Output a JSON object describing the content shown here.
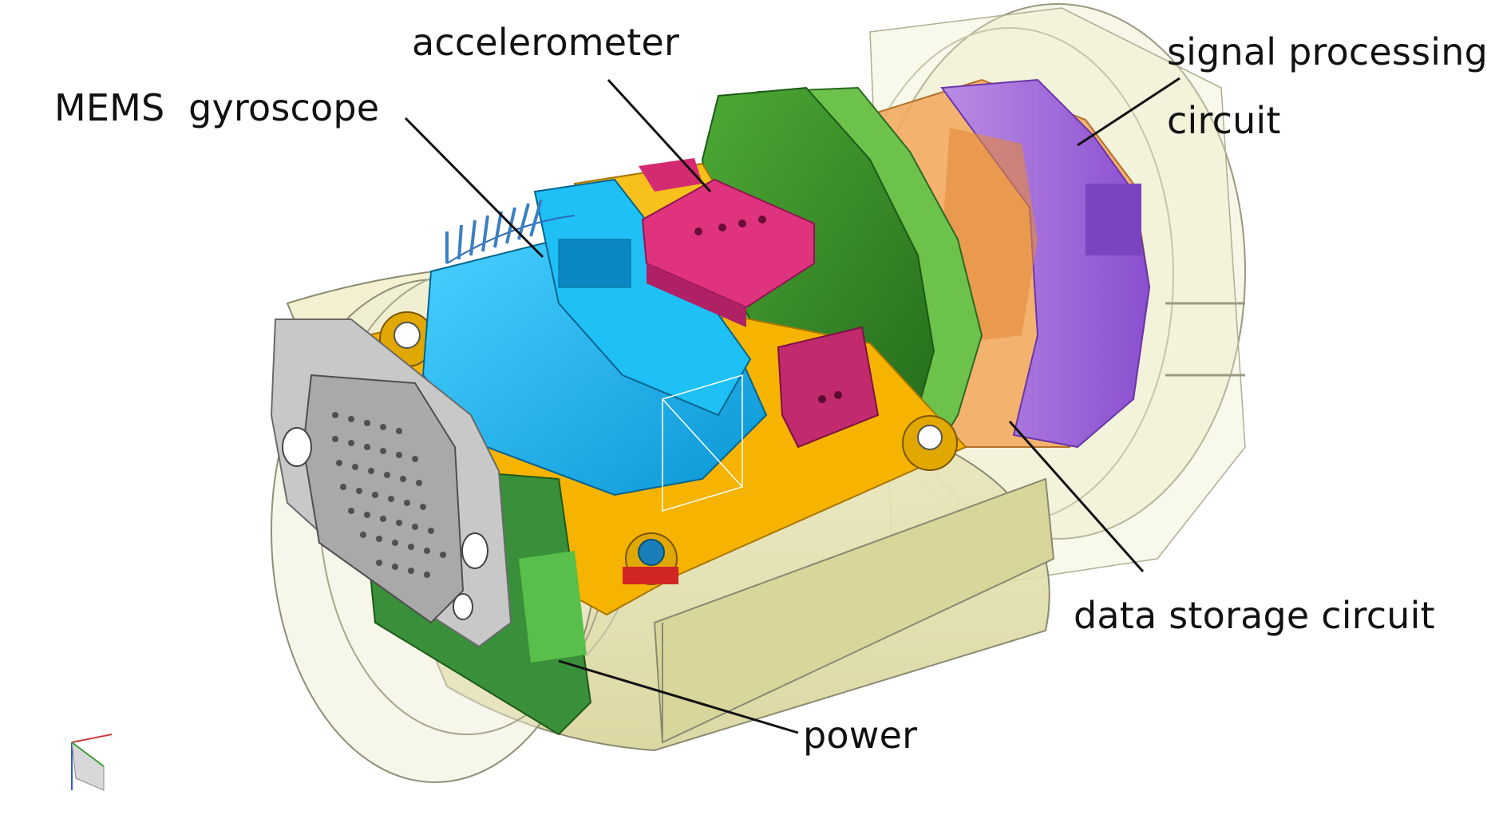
{
  "labels": {
    "accelerometer": "accelerometer",
    "mems_gyroscope": "MEMS  gyroscope",
    "signal_processing_line1": "signal processing",
    "signal_processing_line2": "circuit",
    "data_storage": "data storage circuit",
    "power": "power"
  },
  "colors": {
    "housing": "#e9e6b6",
    "housing_stroke": "#8a8a72",
    "end_cap": "#efeed6",
    "gyroscope": "#18b6ee",
    "accelerometer": "#e0337e",
    "accelerometer_dark": "#b02064",
    "mount_plate": "#f6b300",
    "data_storage": "#3d9a2e",
    "data_storage_light": "#6cc24a",
    "signal_processing": "#9b5fd6",
    "signal_processing_orange": "#f2a75a",
    "connector": "#c8c8c8",
    "power_board": "#3a8f3a",
    "leader": "#111111"
  }
}
